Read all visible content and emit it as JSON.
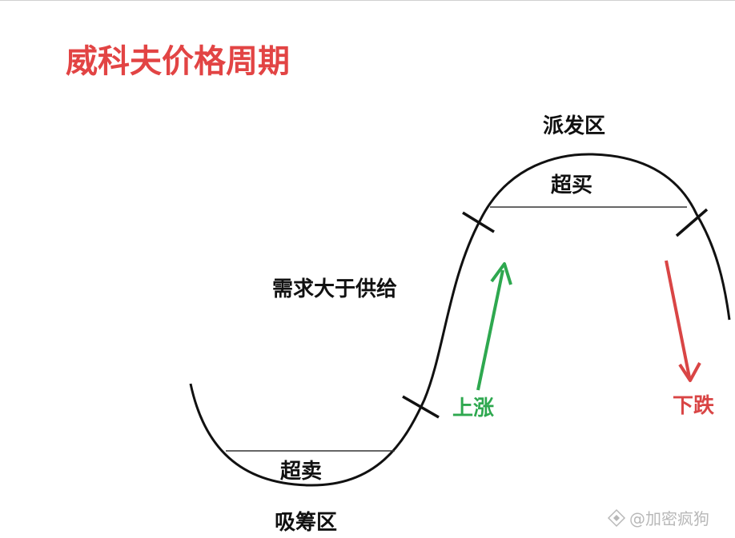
{
  "diagram": {
    "title": "威科夫价格周期",
    "labels": {
      "distribution_zone": "派发区",
      "overbought": "超买",
      "demand_exceeds_supply": "需求大于供给",
      "oversold": "超卖",
      "accumulation_zone": "吸筹区",
      "rise": "上涨",
      "fall": "下跌"
    },
    "watermark": "@加密疯狗",
    "colors": {
      "title": "#e24444",
      "curve": "#111111",
      "rise_arrow": "#2ea84f",
      "fall_arrow": "#d94545",
      "text": "#111111",
      "watermark": "#b8b8b8"
    }
  }
}
